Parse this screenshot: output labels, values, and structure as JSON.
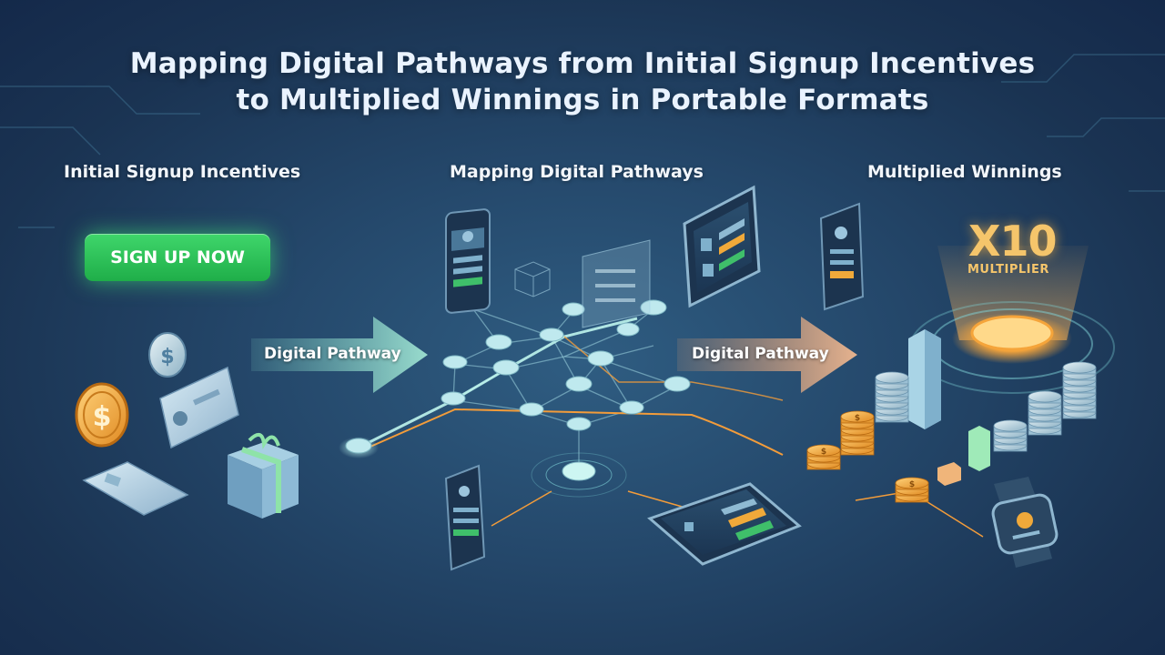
{
  "title": {
    "line1": "Mapping Digital Pathways from Initial Signup Incentives",
    "line2": "to Multiplied Winnings in Portable Formats"
  },
  "sections": {
    "left": "Initial Signup Incentives",
    "middle": "Mapping Digital Pathways",
    "right": "Multiplied Winnings"
  },
  "signup_button": "SIGN UP NOW",
  "pathway_labels": [
    "Digital Pathway",
    "Digital Pathway"
  ],
  "multiplier": {
    "value": "X10",
    "label": "MULTIPLIER"
  },
  "coin_symbol": "$",
  "colors": {
    "accent_green": "#22b14c",
    "gold": "#f0a93a",
    "teal": "#7fd3d8",
    "orange_path": "#f39c3a"
  }
}
